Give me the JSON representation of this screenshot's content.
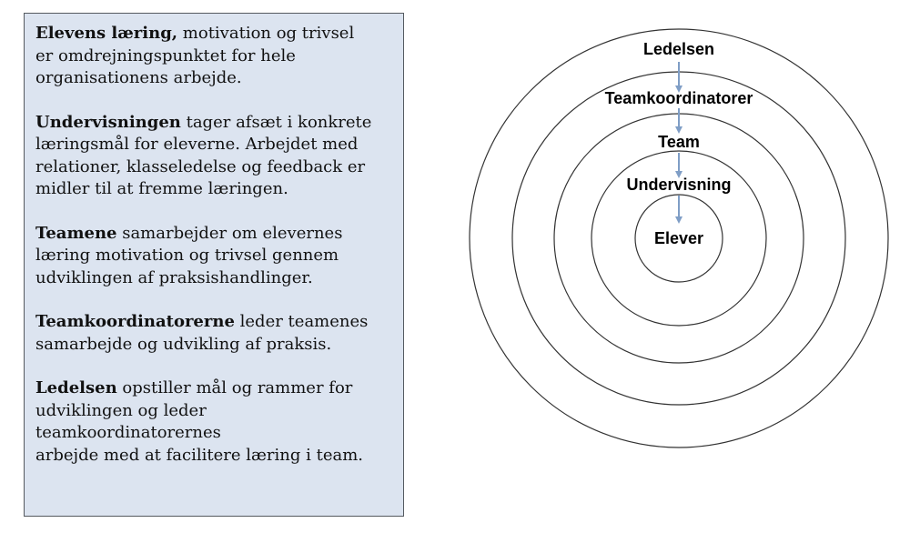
{
  "panel": {
    "paragraphs": [
      {
        "bold": "Elevens læring,",
        "lines": [
          " motivation og trivsel",
          "er omdrejningspunktet for hele",
          "organisationens arbejde."
        ]
      },
      {
        "bold": "Undervisningen",
        "lines": [
          " tager afsæt i konkrete",
          "læringsmål for eleverne. Arbejdet med",
          "relationer, klasseledelse og feedback er",
          "midler til at fremme læringen."
        ]
      },
      {
        "bold": "Teamene",
        "lines": [
          " samarbejder om elevernes",
          "læring motivation og trivsel gennem",
          "udviklingen af praksishandlinger."
        ]
      },
      {
        "bold": "Teamkoordinatorerne",
        "lines": [
          " leder teamenes",
          "samarbejde og udvikling af praksis."
        ]
      },
      {
        "bold": "Ledelsen",
        "lines": [
          " opstiller mål og rammer for",
          "udviklingen og leder",
          "teamkoordinatorernes",
          "arbejde med at facilitere læring i team."
        ]
      }
    ]
  },
  "diagram": {
    "levels": [
      "Ledelsen",
      "Teamkoordinatorer",
      "Team",
      "Undervisning",
      "Elever"
    ],
    "arrow_color": "#7f9ec6",
    "circle_stroke": "#333333",
    "panel_fill": "#dce4f0"
  }
}
